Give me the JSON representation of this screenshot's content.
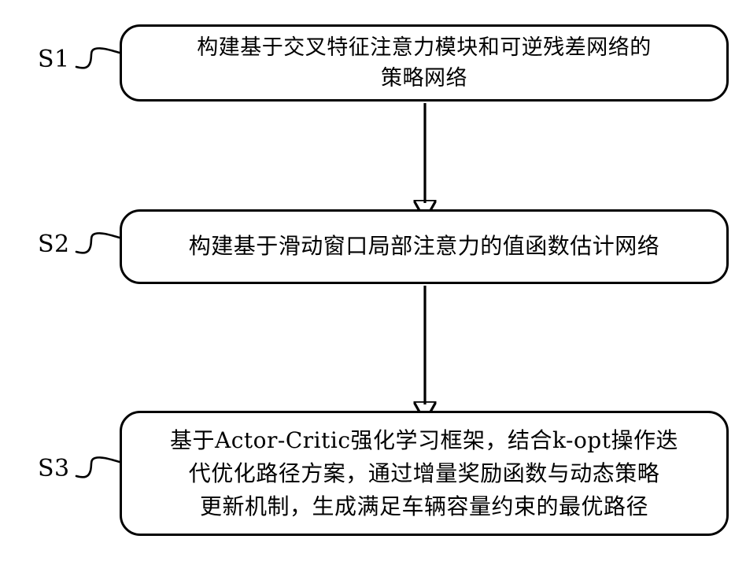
{
  "diagram": {
    "type": "flowchart",
    "orientation": "vertical",
    "background_color": "#ffffff",
    "line_color": "#000000",
    "steps": [
      {
        "id": "S1",
        "label": "S1",
        "text": "构建基于交叉特征注意力模块和可逆残差网络的\n策略网络",
        "shape": "rounded-rectangle"
      },
      {
        "id": "S2",
        "label": "S2",
        "text": "构建基于滑动窗口局部注意力的值函数估计网络",
        "shape": "rounded-rectangle"
      },
      {
        "id": "S3",
        "label": "S3",
        "text": "基于Actor-Critic强化学习框架，结合k-opt操作迭\n代优化路径方案，通过增量奖励函数与动态策略\n更新机制，生成满足车辆容量约束的最优路径",
        "shape": "rounded-rectangle"
      }
    ],
    "connectors": [
      {
        "from": "S1",
        "to": "S2",
        "style": "arrow-down"
      },
      {
        "from": "S2",
        "to": "S3",
        "style": "arrow-down"
      }
    ],
    "leader_lines": [
      {
        "for": "S1",
        "style": "s-curve"
      },
      {
        "for": "S2",
        "style": "s-curve"
      },
      {
        "for": "S3",
        "style": "s-curve"
      }
    ]
  }
}
